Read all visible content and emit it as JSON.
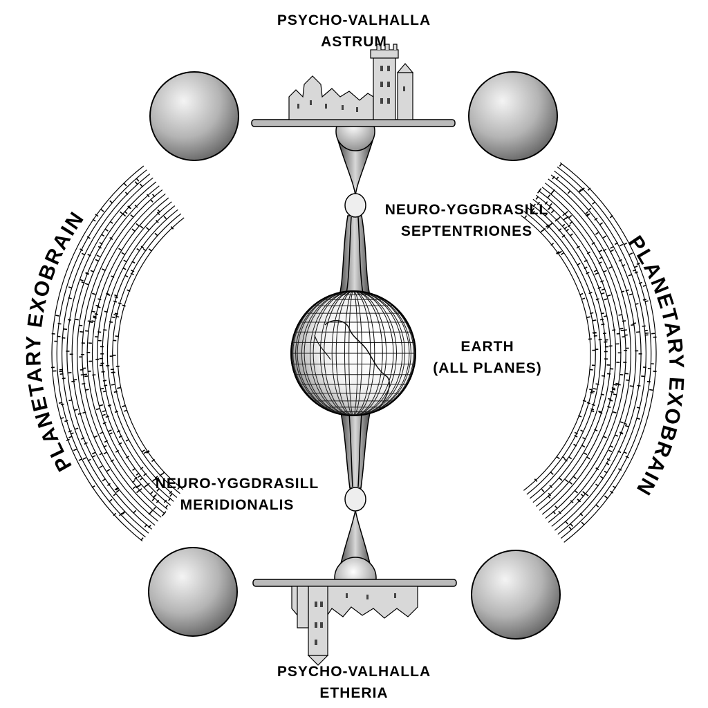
{
  "labels": {
    "valhalla_astrum": [
      "PSYCHO-VALHALLA",
      "ASTRUM"
    ],
    "valhalla_etheria": [
      "PSYCHO-VALHALLA",
      "ETHERIA"
    ],
    "yggdrasill_septentriones": [
      "NEURO-YGGDRASILL",
      "SEPTENTRIONES"
    ],
    "yggdrasill_meridionalis": [
      "NEURO-YGGDRASILL",
      "MERIDIONALIS"
    ],
    "earth": [
      "EARTH",
      "(ALL PLANES)"
    ],
    "exobrain_left": "PLANETARY EXOBRAIN",
    "exobrain_right": "PLANETARY EXOBRAIN"
  },
  "colors": {
    "ink": "#000000",
    "paper": "#ffffff",
    "sphere_light": "#e6e6e6",
    "sphere_dark": "#6e6e6e"
  },
  "icons": [
    "castle-icon",
    "inverted-castle-icon",
    "globe-icon",
    "orb-icon"
  ]
}
